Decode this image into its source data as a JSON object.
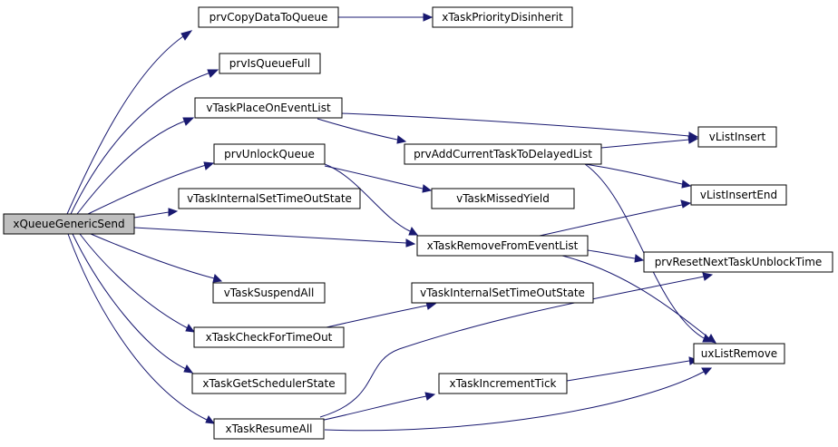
{
  "colors": {
    "edge": "#191970",
    "node_fill": "#ffffff",
    "root_fill": "#bfbfbf",
    "node_stroke": "#000000"
  },
  "nodes": {
    "xQueueGenericSend": "xQueueGenericSend",
    "prvCopyDataToQueue": "prvCopyDataToQueue",
    "prvIsQueueFull": "prvIsQueueFull",
    "vTaskPlaceOnEventList": "vTaskPlaceOnEventList",
    "prvUnlockQueue": "prvUnlockQueue",
    "vTaskInternalSetTimeOutState_1": "vTaskInternalSetTimeOutState",
    "vTaskSuspendAll": "vTaskSuspendAll",
    "xTaskCheckForTimeOut": "xTaskCheckForTimeOut",
    "xTaskGetSchedulerState": "xTaskGetSchedulerState",
    "xTaskResumeAll": "xTaskResumeAll",
    "xTaskPriorityDisinherit": "xTaskPriorityDisinherit",
    "prvAddCurrentTaskToDelayedList": "prvAddCurrentTaskToDelayedList",
    "vTaskMissedYield": "vTaskMissedYield",
    "xTaskRemoveFromEventList": "xTaskRemoveFromEventList",
    "vTaskInternalSetTimeOutState_2": "vTaskInternalSetTimeOutState",
    "xTaskIncrementTick": "xTaskIncrementTick",
    "vListInsert": "vListInsert",
    "vListInsertEnd": "vListInsertEnd",
    "prvResetNextTaskUnblockTime": "prvResetNextTaskUnblockTime",
    "uxListRemove": "uxListRemove"
  },
  "edges": [
    [
      "xQueueGenericSend",
      "prvCopyDataToQueue"
    ],
    [
      "xQueueGenericSend",
      "prvIsQueueFull"
    ],
    [
      "xQueueGenericSend",
      "vTaskPlaceOnEventList"
    ],
    [
      "xQueueGenericSend",
      "prvUnlockQueue"
    ],
    [
      "xQueueGenericSend",
      "vTaskInternalSetTimeOutState_1"
    ],
    [
      "xQueueGenericSend",
      "xTaskRemoveFromEventList"
    ],
    [
      "xQueueGenericSend",
      "vTaskSuspendAll"
    ],
    [
      "xQueueGenericSend",
      "xTaskCheckForTimeOut"
    ],
    [
      "xQueueGenericSend",
      "xTaskGetSchedulerState"
    ],
    [
      "xQueueGenericSend",
      "xTaskResumeAll"
    ],
    [
      "prvCopyDataToQueue",
      "xTaskPriorityDisinherit"
    ],
    [
      "vTaskPlaceOnEventList",
      "vListInsert"
    ],
    [
      "vTaskPlaceOnEventList",
      "prvAddCurrentTaskToDelayedList"
    ],
    [
      "prvUnlockQueue",
      "vTaskMissedYield"
    ],
    [
      "prvUnlockQueue",
      "xTaskRemoveFromEventList"
    ],
    [
      "prvAddCurrentTaskToDelayedList",
      "vListInsert"
    ],
    [
      "prvAddCurrentTaskToDelayedList",
      "vListInsertEnd"
    ],
    [
      "prvAddCurrentTaskToDelayedList",
      "uxListRemove"
    ],
    [
      "xTaskRemoveFromEventList",
      "vListInsertEnd"
    ],
    [
      "xTaskRemoveFromEventList",
      "prvResetNextTaskUnblockTime"
    ],
    [
      "xTaskRemoveFromEventList",
      "uxListRemove"
    ],
    [
      "xTaskCheckForTimeOut",
      "vTaskInternalSetTimeOutState_2"
    ],
    [
      "xTaskResumeAll",
      "prvResetNextTaskUnblockTime"
    ],
    [
      "xTaskResumeAll",
      "xTaskIncrementTick"
    ],
    [
      "xTaskResumeAll",
      "uxListRemove"
    ],
    [
      "xTaskIncrementTick",
      "uxListRemove"
    ]
  ]
}
